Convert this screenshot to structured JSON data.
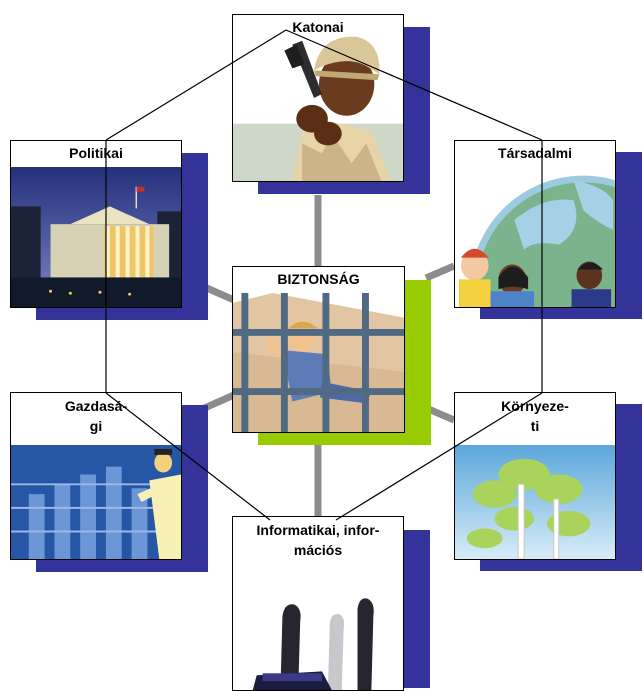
{
  "center": {
    "title": "BIZTONSÁG"
  },
  "nodes": {
    "katonai": {
      "title": "Katonai"
    },
    "politikai": {
      "title": "Politikai"
    },
    "tarsadalmi": {
      "title": "Társadalmi"
    },
    "gazdasagi": {
      "line1": "Gazdasá-",
      "line2": "gi"
    },
    "kornyezeti": {
      "line1": "Környeze-",
      "line2": "ti"
    },
    "informatikai": {
      "line1": "Informatikai, infor-",
      "line2": "mációs"
    }
  },
  "colors": {
    "shadow": "#333399",
    "center_accent": "#99cc00",
    "spoke": "#8c8c8c"
  }
}
